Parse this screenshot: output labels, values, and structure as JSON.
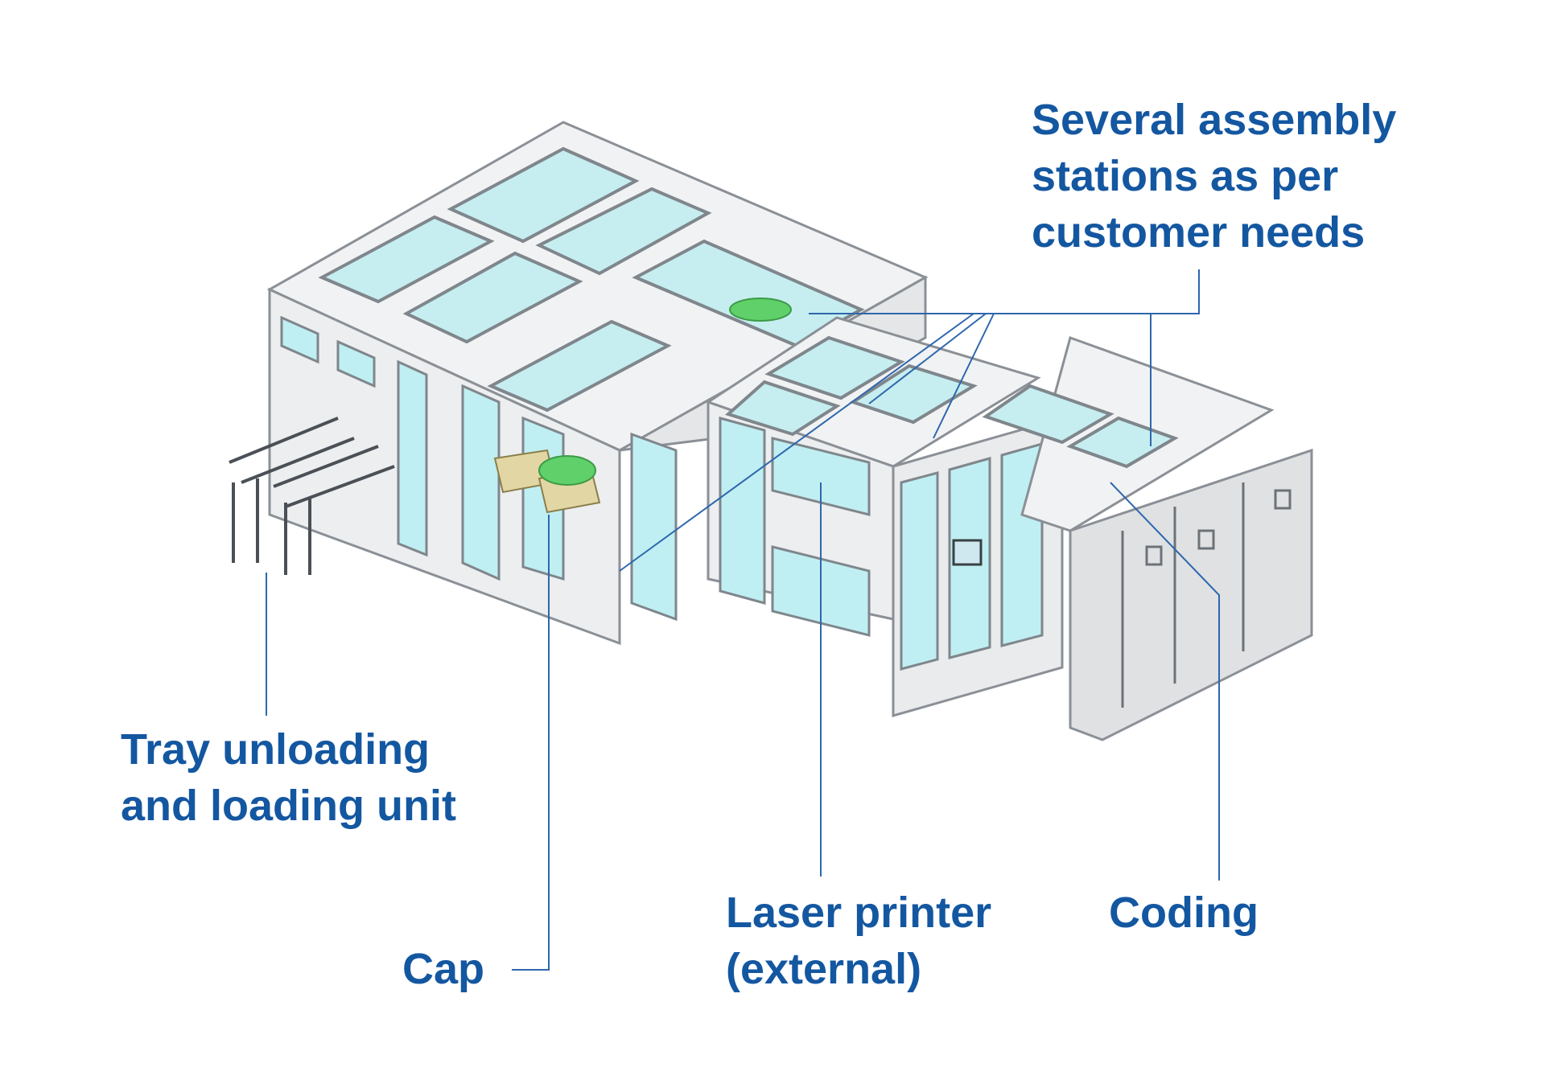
{
  "labels": {
    "assembly": [
      "Several assembly",
      "stations as per",
      "customer needs"
    ],
    "tray": [
      "Tray unloading",
      "and loading unit"
    ],
    "cap": [
      "Cap"
    ],
    "laser": [
      "Laser printer",
      "(external)"
    ],
    "coding": [
      "Coding"
    ]
  },
  "colors": {
    "label_text": "#1457a1",
    "leader_line": "#2e67ad",
    "frame": "#8a9096",
    "glass": "#bfeff2",
    "cabinet": "#dfe1e3",
    "green_parts": "#5fd06a",
    "bowl_feeder": "#e2d6a4"
  }
}
